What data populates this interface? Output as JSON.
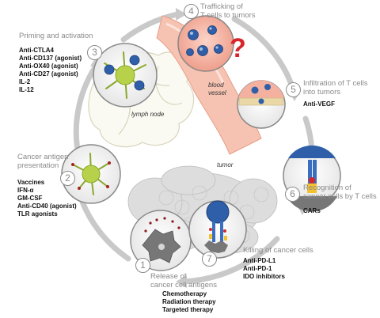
{
  "steps": [
    {
      "number": "1",
      "title_lines": [
        "Release of",
        "cancer cell antigens"
      ],
      "drugs": [
        "Chemotherapy",
        "Radiation therapy",
        "Targeted therapy"
      ]
    },
    {
      "number": "2",
      "title_lines": [
        "Cancer antigen",
        "presentation"
      ],
      "drugs": [
        "Vaccines",
        "IFN-α",
        "GM-CSF",
        "Anti-CD40 (agonist)",
        "TLR agonists"
      ]
    },
    {
      "number": "3",
      "title_lines": [
        "Priming and activation"
      ],
      "drugs": [
        "Anti-CTLA4",
        "Anti-CD137 (agonist)",
        "Anti-OX40 (agonist)",
        "Anti-CD27 (agonist)",
        "IL-2",
        "IL-12"
      ]
    },
    {
      "number": "4",
      "title_lines": [
        "Trafficking of",
        "T cells to tumors"
      ],
      "drugs": []
    },
    {
      "number": "5",
      "title_lines": [
        "Infiltration of T cells",
        "into tumors"
      ],
      "drugs": [
        "Anti-VEGF"
      ]
    },
    {
      "number": "6",
      "title_lines": [
        "Recognition of",
        "cancer cells by T cells"
      ],
      "drugs": [
        "CARs"
      ]
    },
    {
      "number": "7",
      "title_lines": [
        "Killing of cancer cells"
      ],
      "drugs": [
        "Anti-PD-L1",
        "Anti-PD-1",
        "IDO inhibitors"
      ]
    }
  ],
  "labels": {
    "lymph_node": "lymph node",
    "blood_vessel": "blood\nvessel",
    "tumor": "tumor"
  },
  "question_mark": "?",
  "colors": {
    "cycle_arrow": "#c8c8c8",
    "tcell": "#2f5fa8",
    "dendritic": "#b7d24a",
    "vessel": "#f4b9a6",
    "tumor": "#d9d9d9",
    "question": "#d7262b"
  }
}
